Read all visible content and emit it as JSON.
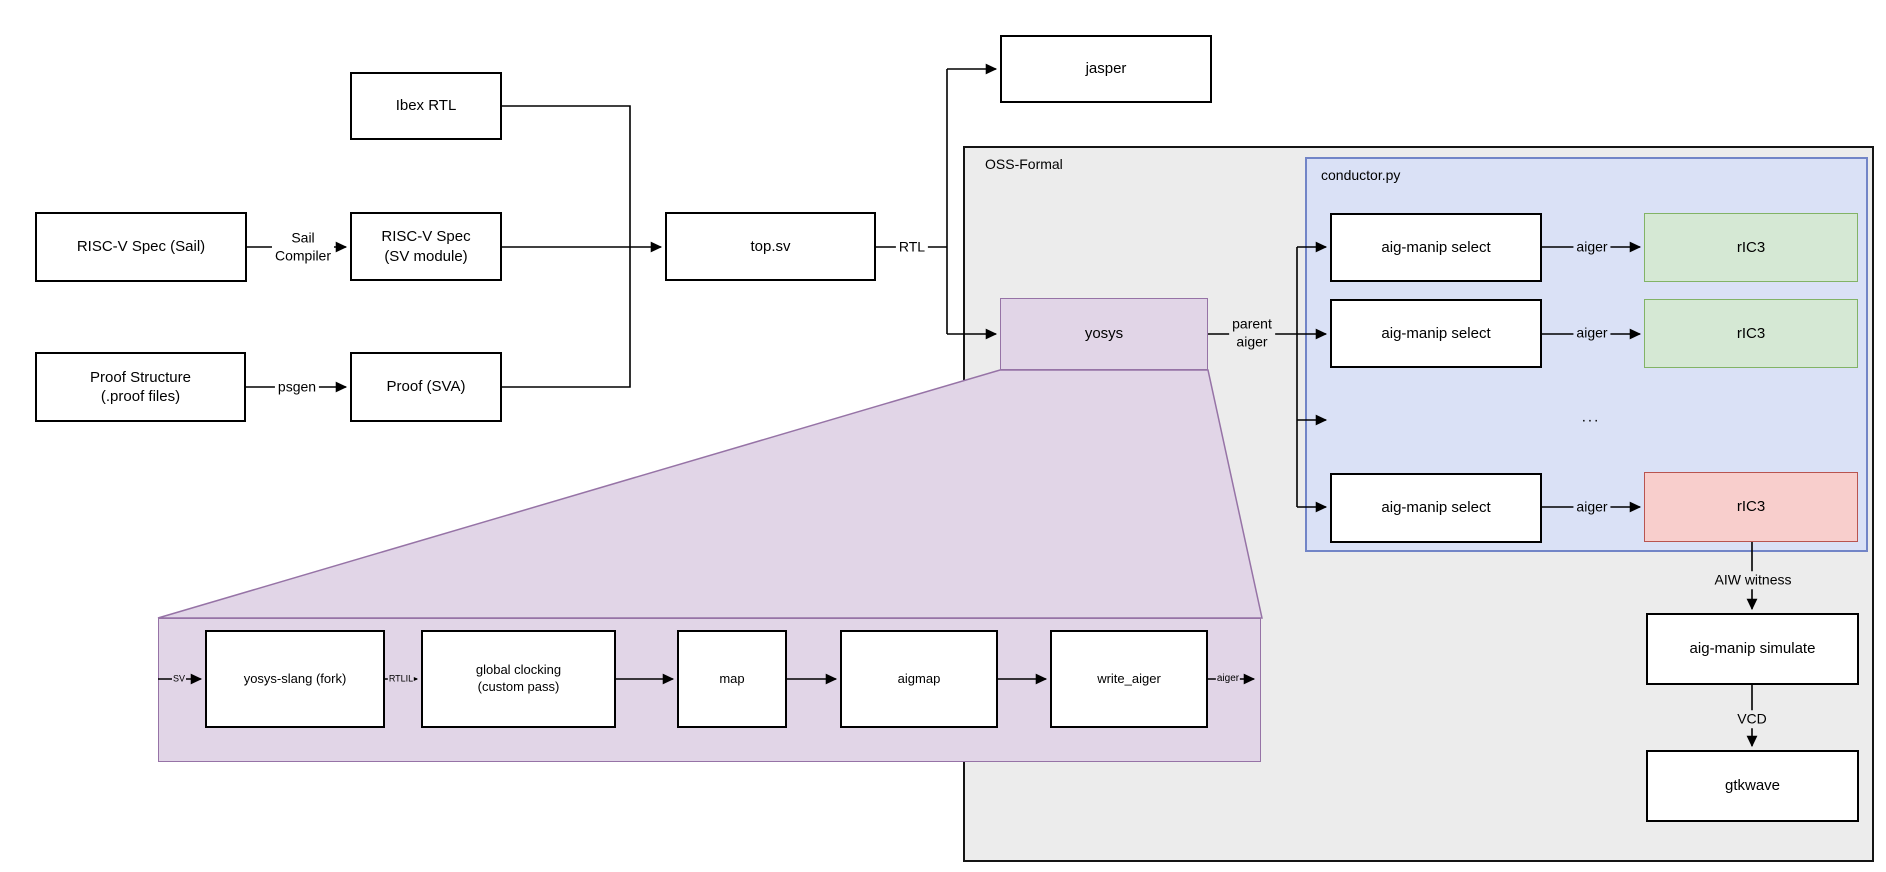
{
  "containers": {
    "oss_formal": "OSS-Formal",
    "conductor_py": "conductor.py"
  },
  "nodes": {
    "risc_v_spec_sail": "RISC-V Spec (Sail)",
    "proof_structure_1": "Proof Structure",
    "proof_structure_2": "(.proof files)",
    "ibex_rtl": "Ibex RTL",
    "risc_v_spec_sv_1": "RISC-V Spec",
    "risc_v_spec_sv_2": "(SV module)",
    "proof_sva": "Proof (SVA)",
    "top_sv": "top.sv",
    "jasper": "jasper",
    "yosys": "yosys",
    "aig_manip_select": "aig-manip select",
    "ric3": "rIC3",
    "ellipsis": "...",
    "aig_manip_simulate": "aig-manip simulate",
    "gtkwave": "gtkwave",
    "yosys_slang": "yosys-slang (fork)",
    "global_clocking_1": "global clocking",
    "global_clocking_2": "(custom pass)",
    "map": "map",
    "aigmap": "aigmap",
    "write_aiger": "write_aiger"
  },
  "edge_labels": {
    "sail_1": "Sail",
    "sail_2": "Compiler",
    "psgen": "psgen",
    "rtl": "RTL",
    "parent_1": "parent",
    "parent_2": "aiger",
    "aiger": "aiger",
    "aiw_witness": "AIW witness",
    "vcd": "VCD",
    "sv": "SV",
    "rtlil": "RTLIL"
  },
  "colors": {
    "purple_fill": "#E1D5E7",
    "purple_stroke": "#9673A6",
    "blue_fill": "#DAE1F6",
    "blue_stroke": "#7285C7",
    "green_fill": "#D5E8D4",
    "green_stroke": "#82B366",
    "red_fill": "#F8CECC",
    "red_stroke": "#B85450",
    "gray_fill": "#ECECEC",
    "gray_stroke": "#141414",
    "line_color": "#000000"
  }
}
